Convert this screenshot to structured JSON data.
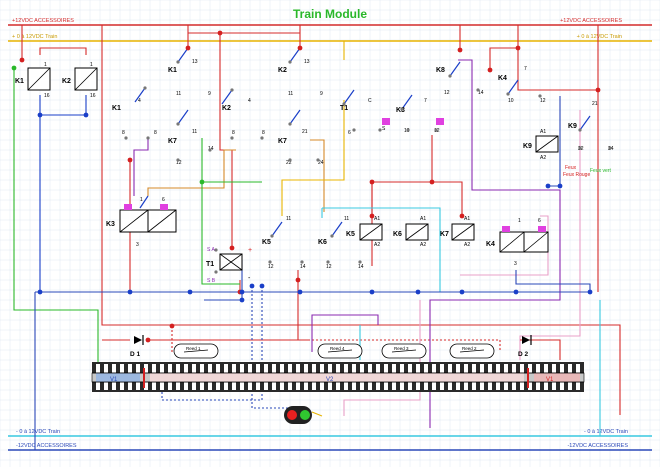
{
  "title": "Train Module",
  "rails": {
    "pos12": "+12VDC ACCESSOIRES",
    "train_pos": "+ 0 à 12VDC Train",
    "train_neg": "- 0 à 12VDC Train",
    "neg12": "-12VDC ACCESSOIRES"
  },
  "relays": {
    "k1_coil": "K1",
    "k2_coil": "K2",
    "k3_coil": "K3",
    "t1_motor": "T1",
    "k5_coil": "K5",
    "k6_coil": "K6",
    "k7_coil": "K7",
    "k4_coil": "K4",
    "k9_coil": "K9",
    "k5_contact": "K5",
    "k6_contact": "K6",
    "k8_contact": "K8",
    "k1_c1": "K1",
    "k1_c2": "K1",
    "k2_c1": "K2",
    "k2_c2": "K2",
    "k7_c1": "K7",
    "k7_c2": "K7",
    "t1_contact": "T1",
    "k3_contact": "K3",
    "k4_contact": "K4",
    "k9_contact": "K9"
  },
  "pins": {
    "p1": "1",
    "p16": "16",
    "p13": "13",
    "p11": "11",
    "p9": "9",
    "p4": "4",
    "p8": "8",
    "p12": "12",
    "p14": "14",
    "p21": "21",
    "p22": "22",
    "p24": "24",
    "p6": "6",
    "p3": "3",
    "pC": "C",
    "pS": "S",
    "p7": "7",
    "p10": "10",
    "pA1": "A1",
    "pA2": "A2",
    "pSA": "S A",
    "pSB": "S B",
    "plus": "+",
    "minus": "-",
    "p5": "5"
  },
  "devices": {
    "d1": "D 1",
    "d2": "D 2",
    "reed1": "Reed 1",
    "reed4": "Reed 4",
    "reed3": "Reed 3",
    "reed2": "Reed 2",
    "v1": "V1",
    "v2": "V2"
  },
  "signal_labels": {
    "rouge": "Feux Rouge",
    "vert": "Feux vert"
  },
  "colors": {
    "pos12": "#d42b2b",
    "train_pos": "#e8b400",
    "train_neg": "#38c8e0",
    "neg12": "#2a48b8",
    "magenta": "#e040e0",
    "dot_blue": "#1a3fc8",
    "dot_red": "#d42020",
    "coil_bg": "#ffffff"
  }
}
